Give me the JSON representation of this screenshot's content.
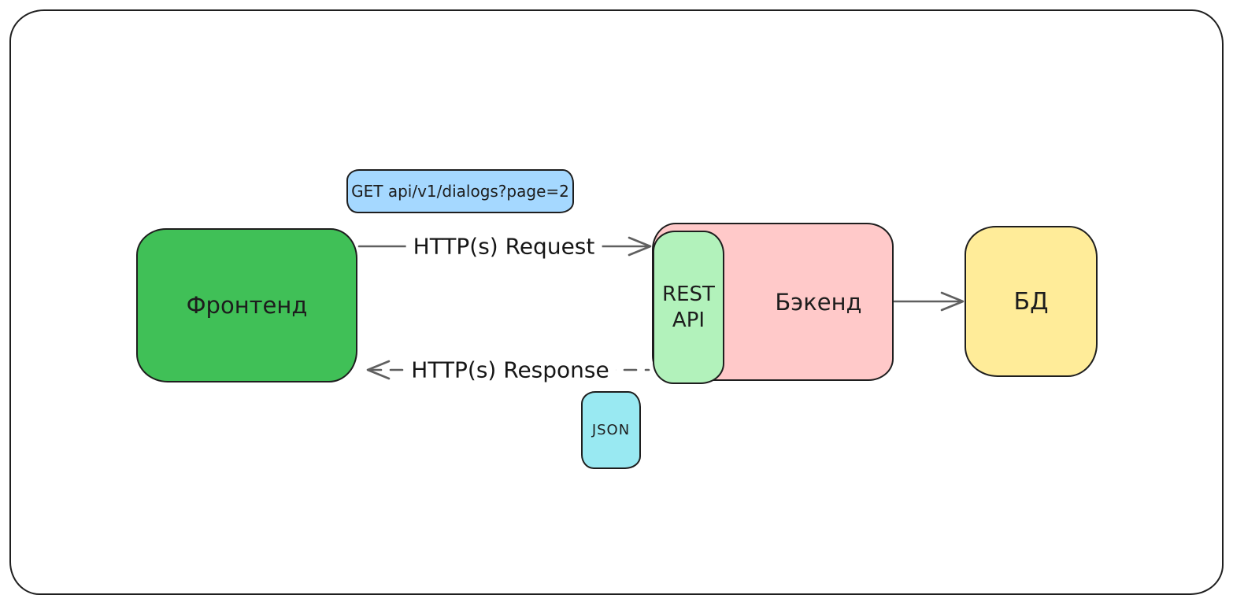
{
  "diagram": {
    "background": "#ffffff",
    "stroke_color": "#1e1e1e",
    "arrow_color": "#5f5f5f",
    "frame_color": "#1f1f1f",
    "nodes": {
      "frontend": {
        "label": "Фронтенд",
        "fill": "#40c057"
      },
      "rest_api": {
        "label": "REST API",
        "fill": "#b2f2bb"
      },
      "backend": {
        "label": "Бэкенд",
        "fill": "#ffc9c9"
      },
      "database": {
        "label": "БД",
        "fill": "#ffec99"
      }
    },
    "badges": {
      "request_query": {
        "label": "GET api/v1/dialogs?page=2",
        "fill": "#a5d8ff"
      },
      "json": {
        "label": "JSON",
        "fill": "#99e9f2"
      }
    },
    "edges": {
      "request": {
        "label": "HTTP(s) Request",
        "style": "solid",
        "direction": "right",
        "from": "frontend",
        "to": "rest_api"
      },
      "response": {
        "label": "HTTP(s) Response",
        "style": "dashed",
        "direction": "left",
        "from": "rest_api",
        "to": "frontend"
      },
      "backend_to_db": {
        "label": "",
        "style": "solid",
        "direction": "right",
        "from": "backend",
        "to": "database"
      }
    }
  }
}
